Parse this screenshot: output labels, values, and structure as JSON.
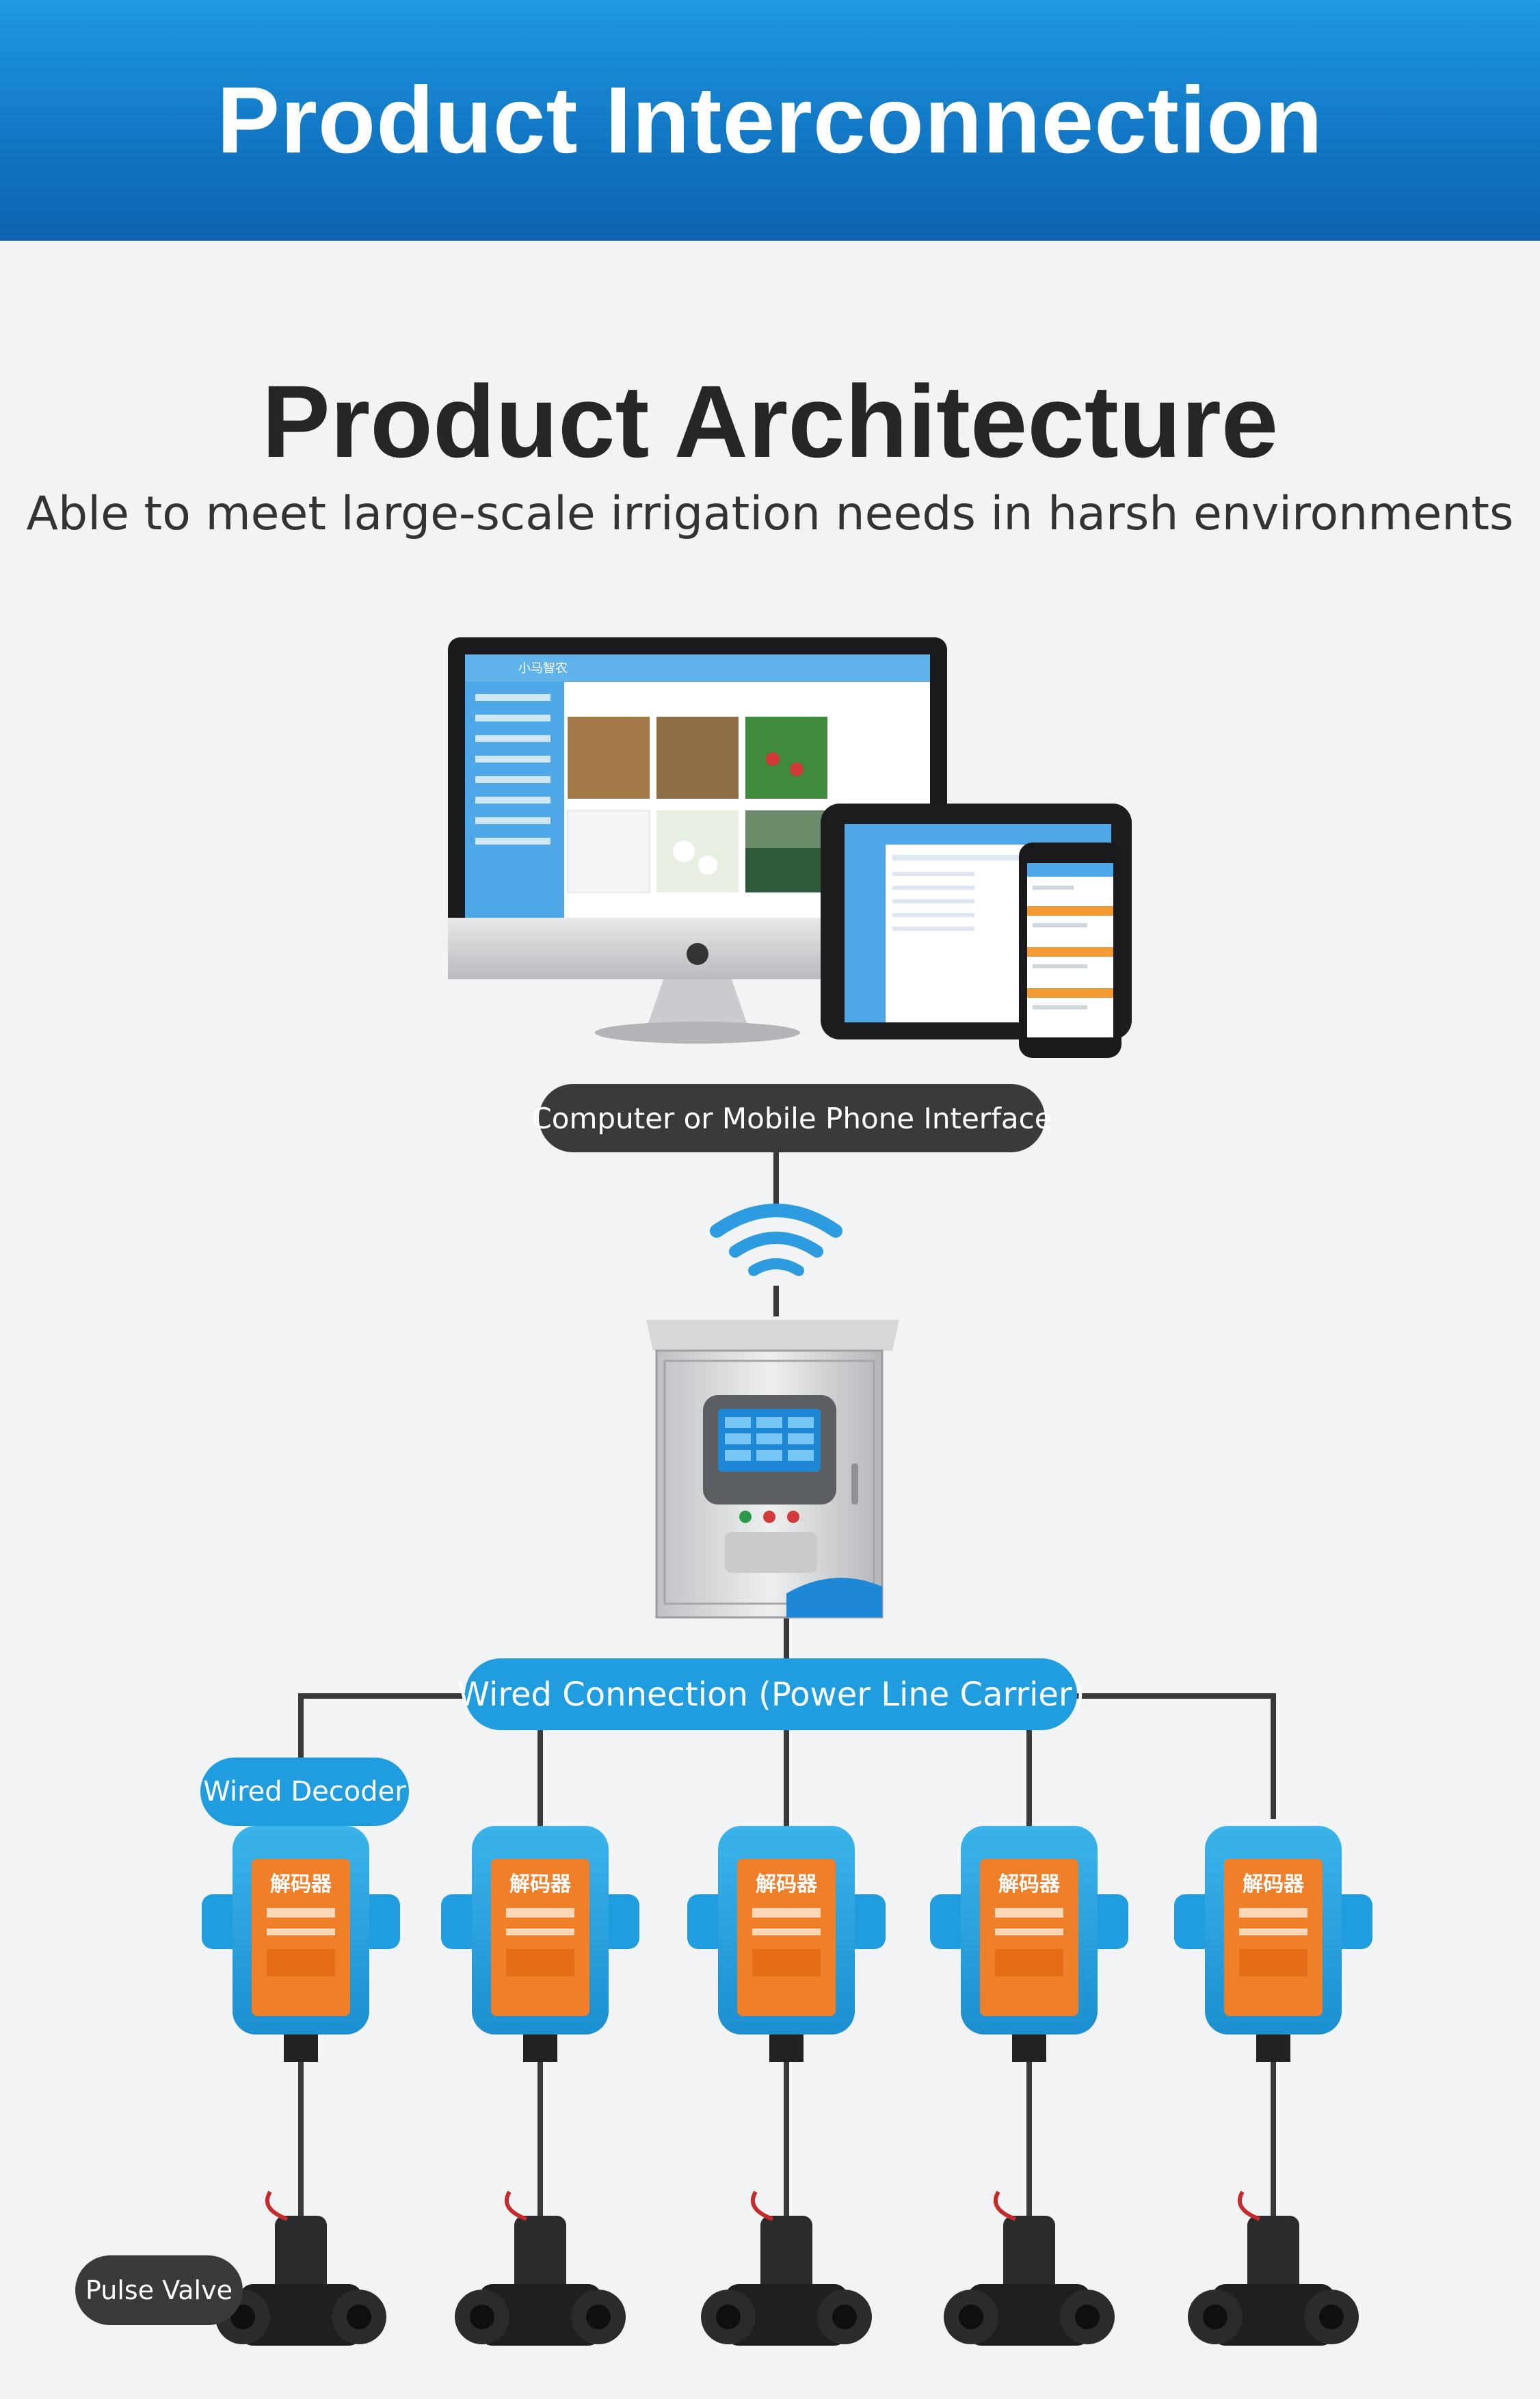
{
  "header": {
    "title": "Product Interconnection"
  },
  "main": {
    "title": "Product Architecture",
    "subtitle": "Able to meet large-scale irrigation needs in harsh environments"
  },
  "labels": {
    "interface": "Computer or Mobile Phone Interface",
    "connection": "Wired Connection (Power Line Carrier)",
    "decoder": "Wired Decoder",
    "valve": "Pulse Valve"
  },
  "device_text": {
    "app_name": "小马智农",
    "decoder_chinese": "解码器"
  },
  "colors": {
    "banner": "#1278c5",
    "accent_blue": "#1f9ddf",
    "decoder_orange": "#f07f2a",
    "dark_pill": "#3a3a3a"
  }
}
